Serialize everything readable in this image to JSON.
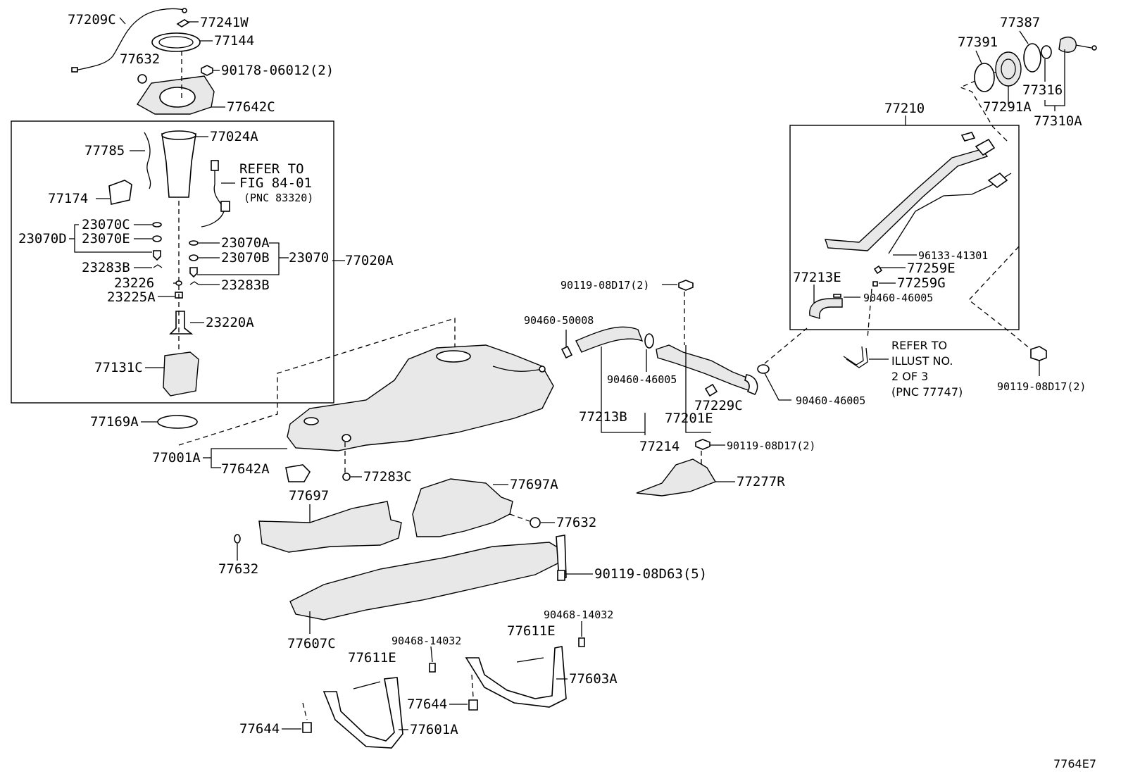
{
  "labels": {
    "p77209C": "77209C",
    "p77241W": "77241W",
    "p77144": "77144",
    "p77632a": "77632",
    "p90178": "90178-06012(2)",
    "p77642C": "77642C",
    "p77024A": "77024A",
    "p77785": "77785",
    "refer1a": "REFER TO",
    "refer1b": "FIG 84-01",
    "refer1c": "(PNC 83320)",
    "p77174": "77174",
    "p23070C": "23070C",
    "p23070D": "23070D",
    "p23070E": "23070E",
    "p23070A": "23070A",
    "p23070B": "23070B",
    "p23070": "23070",
    "p77020A": "77020A",
    "p23283Ba": "23283B",
    "p23226": "23226",
    "p23283Bb": "23283B",
    "p23225A": "23225A",
    "p23220A": "23220A",
    "p77131C": "77131C",
    "p77169A": "77169A",
    "p77001A": "77001A",
    "p77642A": "77642A",
    "p77283C": "77283C",
    "p77697": "77697",
    "p77697A": "77697A",
    "p77632b": "77632",
    "p77632c": "77632",
    "p90119_63": "90119-08D63(5)",
    "p77607C": "77607C",
    "p90468a": "90468-14032",
    "p77611Ea": "77611E",
    "p90468b": "90468-14032",
    "p77611Eb": "77611E",
    "p77603A": "77603A",
    "p77644a": "77644",
    "p77644b": "77644",
    "p77601A": "77601A",
    "p90119_17a": "90119-08D17(2)",
    "p90460_50008": "90460-50008",
    "p90460_46005a": "90460-46005",
    "p77229C": "77229C",
    "p90460_46005b": "90460-46005",
    "p77213B": "77213B",
    "p77201E": "77201E",
    "p77214": "77214",
    "p90119_17b": "90119-08D17(2)",
    "p77277R": "77277R",
    "p77210": "77210",
    "p77391": "77391",
    "p77387": "77387",
    "p77316": "77316",
    "p77291A": "77291A",
    "p77310A": "77310A",
    "p96133": "96133-41301",
    "p77259E": "77259E",
    "p77259G": "77259G",
    "p77213E": "77213E",
    "p90460_46005c": "90460-46005",
    "refer2a": "REFER TO",
    "refer2b": "ILLUST NO.",
    "refer2c": "2 OF 3",
    "refer2d": "(PNC 77747)",
    "p90119_17c": "90119-08D17(2)",
    "figId": "7764E7"
  }
}
